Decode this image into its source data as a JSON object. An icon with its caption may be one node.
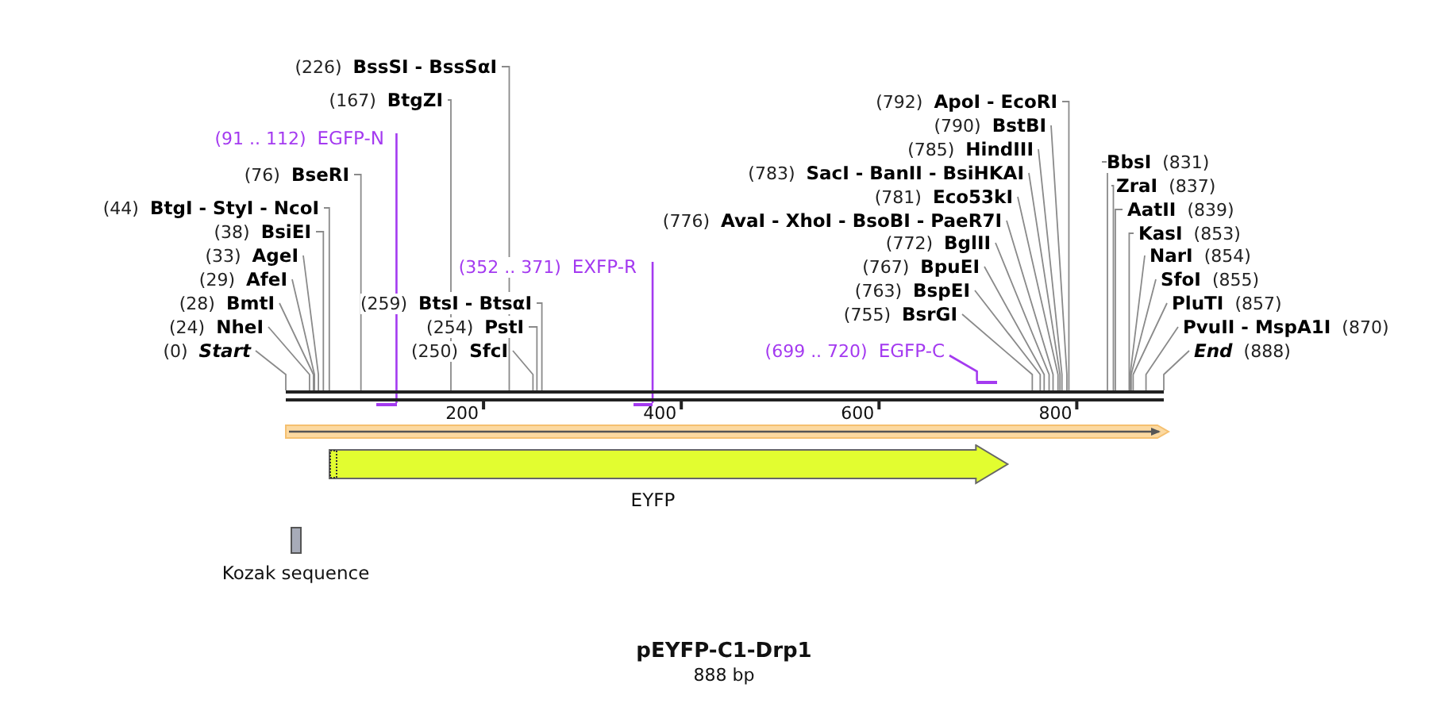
{
  "diagram": {
    "title": "pEYFP-C1-Drp1",
    "caption": "888 bp",
    "nodes": [
      {
        "text": [
          "(226)",
          "BssSI - BssSαI"
        ]
      },
      {
        "text": [
          "(167)",
          "BtgZI"
        ]
      },
      {
        "text": [
          "(91 .. 112)",
          "EGFP-N"
        ]
      },
      {
        "text": [
          "(76)",
          "BseRI"
        ]
      },
      {
        "text": [
          "(44)",
          "BtgI - StyI - NcoI"
        ]
      },
      {
        "text": [
          "(38)",
          "BsiEI"
        ]
      },
      {
        "text": [
          "(33)",
          "AgeI"
        ]
      },
      {
        "text": [
          "(29)",
          "AfeI"
        ]
      },
      {
        "text": [
          "(28)",
          "BmtI"
        ]
      },
      {
        "text": [
          "(24)",
          "NheI"
        ]
      },
      {
        "text": [
          "(0)",
          "Start"
        ]
      },
      {
        "text": [
          "(352 .. 371)",
          "EXFP-R"
        ]
      },
      {
        "text": [
          "(259)",
          "BtsI - BtsαI"
        ]
      },
      {
        "text": [
          "(254)",
          "PstI"
        ]
      },
      {
        "text": [
          "(250)",
          "SfcI"
        ]
      },
      {
        "text": [
          "(792)",
          "ApoI - EcoRI"
        ]
      },
      {
        "text": [
          "(790)",
          "BstBI"
        ]
      },
      {
        "text": [
          "(785)",
          "HindIII"
        ]
      },
      {
        "text": [
          "(783)",
          "SacI - BanII - BsiHKAI"
        ]
      },
      {
        "text": [
          "(781)",
          "Eco53kI"
        ]
      },
      {
        "text": [
          "(776)",
          "AvaI - XhoI - BsoBI - PaeR7I"
        ]
      },
      {
        "text": [
          "(772)",
          "BglII"
        ]
      },
      {
        "text": [
          "(767)",
          "BpuEI"
        ]
      },
      {
        "text": [
          "(763)",
          "BspEI"
        ]
      },
      {
        "text": [
          "(755)",
          "BsrGI"
        ]
      },
      {
        "text": [
          "(699 .. 720)",
          "EGFP-C"
        ]
      },
      {
        "text": [
          "BbsI",
          "(831)"
        ]
      },
      {
        "text": [
          "ZraI",
          "(837)"
        ]
      },
      {
        "text": [
          "AatII",
          "(839)"
        ]
      },
      {
        "text": [
          "KasI",
          "(853)"
        ]
      },
      {
        "text": [
          "NarI",
          "(854)"
        ]
      },
      {
        "text": [
          "SfoI",
          "(855)"
        ]
      },
      {
        "text": [
          "PluTI",
          "(857)"
        ]
      },
      {
        "text": [
          "PvuII - MspA1I",
          "(870)"
        ]
      },
      {
        "text": [
          "End",
          "(888)"
        ]
      },
      {
        "text": [],
        "shape": "bar"
      },
      {
        "text": [],
        "shape": "bar"
      },
      {
        "text": [],
        "shape": "bar"
      },
      {
        "text": [
          "EYFP"
        ]
      },
      {
        "text": [
          "Kozak sequence"
        ]
      },
      {
        "text": [],
        "shape": "bar"
      }
    ],
    "edges": [
      {
        "from": 0,
        "to": 40,
        "arrow": "none"
      },
      {
        "from": 1,
        "to": 40,
        "arrow": "none"
      },
      {
        "from": 2,
        "to": 35,
        "arrow": "none",
        "color": "#a43af0"
      },
      {
        "from": 3,
        "to": 40,
        "arrow": "none"
      },
      {
        "from": 4,
        "to": 40,
        "arrow": "none"
      },
      {
        "from": 5,
        "to": 40,
        "arrow": "none"
      },
      {
        "from": 6,
        "to": 40,
        "arrow": "none"
      },
      {
        "from": 7,
        "to": 40,
        "arrow": "none"
      },
      {
        "from": 8,
        "to": 40,
        "arrow": "none"
      },
      {
        "from": 9,
        "to": 40,
        "arrow": "none"
      },
      {
        "from": 10,
        "to": 40,
        "arrow": "none"
      },
      {
        "from": 11,
        "to": 36,
        "arrow": "none",
        "color": "#a43af0"
      },
      {
        "from": 12,
        "to": 40,
        "arrow": "none"
      },
      {
        "from": 13,
        "to": 40,
        "arrow": "none"
      },
      {
        "from": 14,
        "to": 40,
        "arrow": "none"
      },
      {
        "from": 15,
        "to": 40,
        "arrow": "none"
      },
      {
        "from": 16,
        "to": 40,
        "arrow": "none"
      },
      {
        "from": 17,
        "to": 40,
        "arrow": "none"
      },
      {
        "from": 18,
        "to": 40,
        "arrow": "none"
      },
      {
        "from": 19,
        "to": 40,
        "arrow": "none"
      },
      {
        "from": 20,
        "to": 40,
        "arrow": "none"
      },
      {
        "from": 21,
        "to": 40,
        "arrow": "none"
      },
      {
        "from": 22,
        "to": 40,
        "arrow": "none"
      },
      {
        "from": 23,
        "to": 40,
        "arrow": "none"
      },
      {
        "from": 24,
        "to": 40,
        "arrow": "none"
      },
      {
        "from": 25,
        "to": 37,
        "arrow": "none",
        "color": "#a43af0"
      },
      {
        "from": 26,
        "to": 40,
        "arrow": "none"
      },
      {
        "from": 27,
        "to": 40,
        "arrow": "none"
      },
      {
        "from": 28,
        "to": 40,
        "arrow": "none"
      },
      {
        "from": 29,
        "to": 40,
        "arrow": "none"
      },
      {
        "from": 30,
        "to": 40,
        "arrow": "none"
      },
      {
        "from": 31,
        "to": 40,
        "arrow": "none"
      },
      {
        "from": 32,
        "to": 40,
        "arrow": "none"
      },
      {
        "from": 33,
        "to": 40,
        "arrow": "none"
      },
      {
        "from": 34,
        "to": 40,
        "arrow": "none"
      }
    ],
    "labels": [
      "200",
      "400",
      "600",
      "800"
    ]
  }
}
